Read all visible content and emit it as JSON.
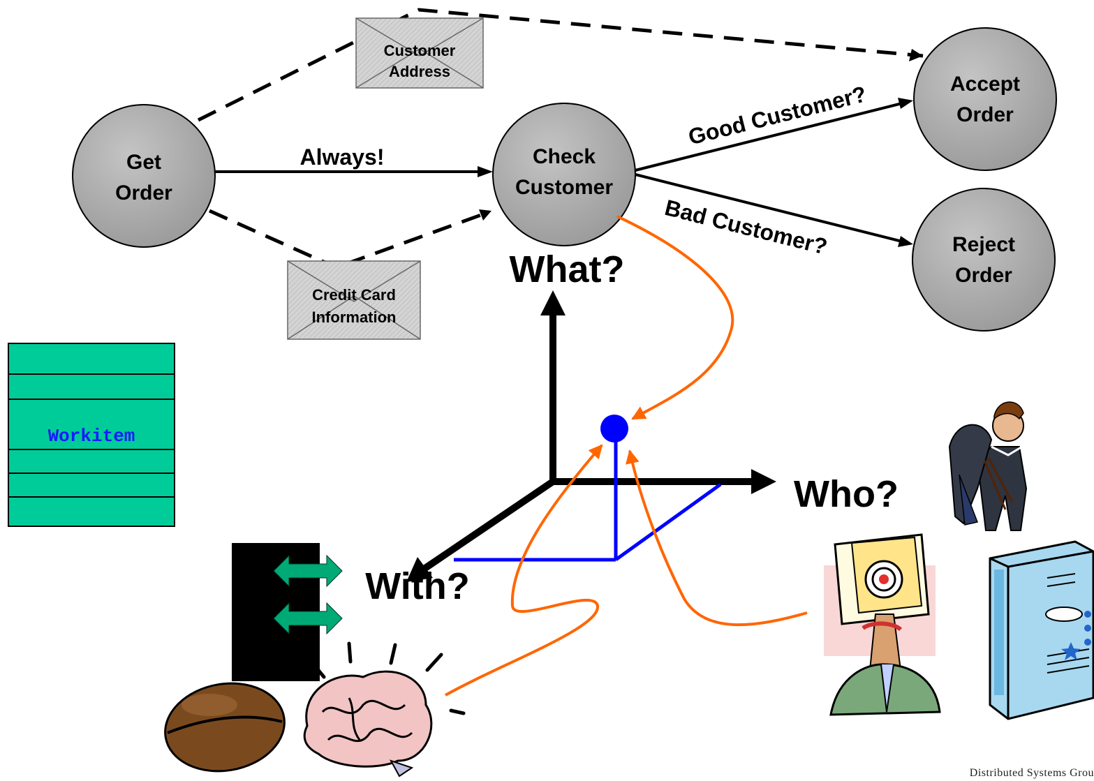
{
  "nodes": {
    "get_order": [
      "Get",
      "Order"
    ],
    "check_customer": [
      "Check",
      "Customer"
    ],
    "accept_order": [
      "Accept",
      "Order"
    ],
    "reject_order": [
      "Reject",
      "Order"
    ]
  },
  "messages": {
    "customer_address": [
      "Customer",
      "Address"
    ],
    "credit_card": [
      "Credit Card",
      "Information"
    ]
  },
  "edges": {
    "always": "Always!",
    "good_customer": "Good Customer?",
    "bad_customer": "Bad Customer?"
  },
  "axes": {
    "what": "What?",
    "who": "Who?",
    "with": "With?"
  },
  "workitem": {
    "label": "Workitem"
  },
  "footer": {
    "text": "Distributed Systems Grou"
  },
  "colors": {
    "node_fill": "#a9a9a9",
    "envelope_fill": "#d0d0d0",
    "workitem_fill": "#00cc99",
    "workitem_text": "#1a1aff",
    "orange_path": "#ff6600",
    "blue_line": "#0000ff",
    "point": "#0000ff"
  },
  "icons": [
    "businessman-with-umbrellas-icon",
    "newspaper-reader-icon",
    "server-computer-icon",
    "coffee-bean-icon",
    "brain-icon",
    "exchange-arrows-icon"
  ]
}
